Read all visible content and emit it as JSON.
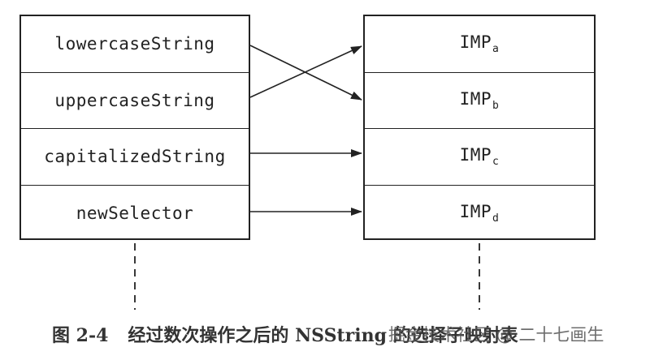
{
  "selectors": [
    "lowercaseString",
    "uppercaseString",
    "capitalizedString",
    "newSelector"
  ],
  "implementations": [
    {
      "base": "IMP",
      "sub": "a"
    },
    {
      "base": "IMP",
      "sub": "b"
    },
    {
      "base": "IMP",
      "sub": "c"
    },
    {
      "base": "IMP",
      "sub": "d"
    }
  ],
  "mappings": [
    {
      "from": "lowercaseString",
      "to": "IMP_b"
    },
    {
      "from": "uppercaseString",
      "to": "IMP_a"
    },
    {
      "from": "capitalizedString",
      "to": "IMP_c"
    },
    {
      "from": "newSelector",
      "to": "IMP_d"
    }
  ],
  "caption": {
    "figure_number": "图 2-4",
    "text": "经过数次操作之后的 NSString 的选择子映射表"
  },
  "watermark": "掘金技术社区 @ 二十七画生",
  "colors": {
    "line": "#222222",
    "background": "#ffffff"
  }
}
